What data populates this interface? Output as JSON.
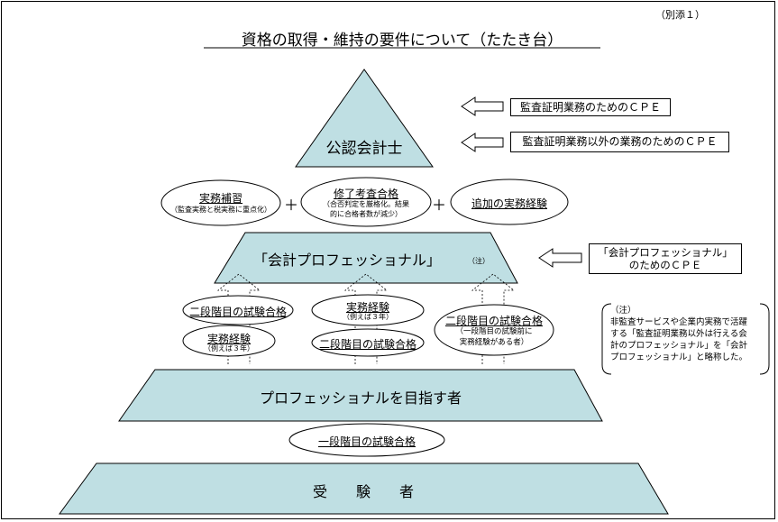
{
  "doc": {
    "annex": "（別添１）",
    "title": "資格の取得・維持の要件について（たたき台）"
  },
  "pyramid": {
    "top_label": "公認会計士",
    "middle_label": "「会計プロフェッショナル」",
    "middle_note_mark": "（注）",
    "aspirant_label": "プロフェッショナルを目指す者",
    "examinee_label": "受　　験　　者"
  },
  "cpe": {
    "audit": "監査証明業務のためのＣＰＥ",
    "non_audit": "監査証明業務以外の業務のためのＣＰＥ",
    "professional_line1": "「会計プロフェッショナル」",
    "professional_line2": "のためのＣＰＥ"
  },
  "requirements_top": {
    "practical_training_title": "実務補習",
    "practical_training_sub": "（監査実務と税実務に重点化）",
    "plus1": "＋",
    "completion_exam_title": "修了考査合格",
    "completion_exam_sub1": "（合否判定を厳格化。結果",
    "completion_exam_sub2": "的に合格者数が減少）",
    "plus2": "＋",
    "additional_experience": "追加の実務経験"
  },
  "paths": {
    "path1_step1": "二段階目の試験合格",
    "path1_step2_title": "実務経験",
    "path1_step2_sub": "（例えば３年）",
    "path2_step1_title": "実務経験",
    "path2_step1_sub": "（例えば３年）",
    "path2_step2": "二段階目の試験合格",
    "path3_title": "二段階目の試験合格",
    "path3_sub1": "（一段階目の試験前に",
    "path3_sub2": "実務経験がある者）"
  },
  "first_stage": "一段階目の試験合格",
  "note": {
    "head": "（注）",
    "line1": "非監査サービスや企業内実務で活躍",
    "line2": "する「監査証明業務以外は行える会",
    "line3": "計のプロフェッショナル」を「会計",
    "line4": "プロフェッショナル」と略称した。"
  },
  "colors": {
    "fill": "#bfdfe3",
    "line": "#000000"
  }
}
